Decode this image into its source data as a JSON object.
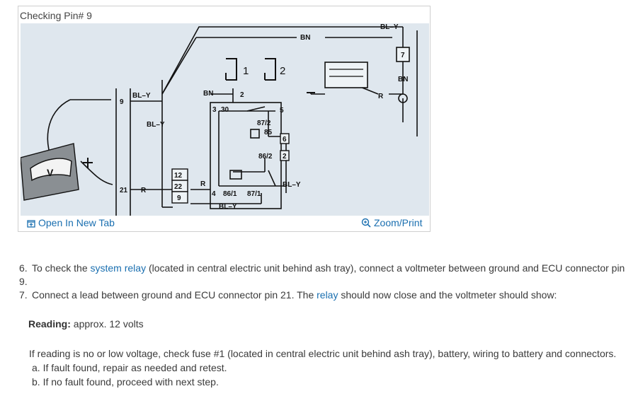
{
  "figure": {
    "title": "Checking Pin# 9",
    "open_tab_label": "Open In New Tab",
    "zoom_label": "Zoom/Print",
    "diagram_labels": {
      "bn_top": "BN",
      "bly_top": "BL–Y",
      "pin7": "7",
      "bn_right": "BN",
      "r_right": "R",
      "bn_left": "BN",
      "two_small": "2",
      "one": "1",
      "two": "2",
      "three": "3",
      "thirty": "30",
      "five": "5",
      "t87_2": "87/2",
      "t85": "85",
      "six": "6",
      "t86_2": "86/2",
      "two_b": "2",
      "four": "4",
      "t86_1": "86/1",
      "t87_1": "87/1",
      "bly_mid": "BL–Y",
      "bly_bottom": "BL–Y",
      "nine": "9",
      "bly_left": "BL–Y",
      "bly_left2": "BL–Y",
      "twentyone": "21",
      "r_left": "R",
      "twelve": "12",
      "twentytwo": "22",
      "nine_b": "9",
      "r_mid": "R",
      "v": "V"
    }
  },
  "steps": [
    {
      "num": "6.",
      "pre": "To check the ",
      "link": "system relay",
      "post": " (located in central electric unit behind ash tray), connect a voltmeter between ground and ECU connector pin 9."
    },
    {
      "num": "7.",
      "pre": "Connect a lead between ground and ECU connector pin 21. The ",
      "link": "relay",
      "post": " should now close and the voltmeter should show:"
    }
  ],
  "reading": {
    "label": "Reading:",
    "value": " approx. 12 volts"
  },
  "fault": {
    "text": "If reading is no or low voltage, check fuse #1 (located in central electric unit behind ash tray), battery, wiring to battery and connectors.",
    "a": "a. If fault found, repair as needed and retest.",
    "b": "b. If no fault found, proceed with next step."
  },
  "colors": {
    "link": "#1a6fb0",
    "diagram_bg": "#dfe7ee"
  }
}
